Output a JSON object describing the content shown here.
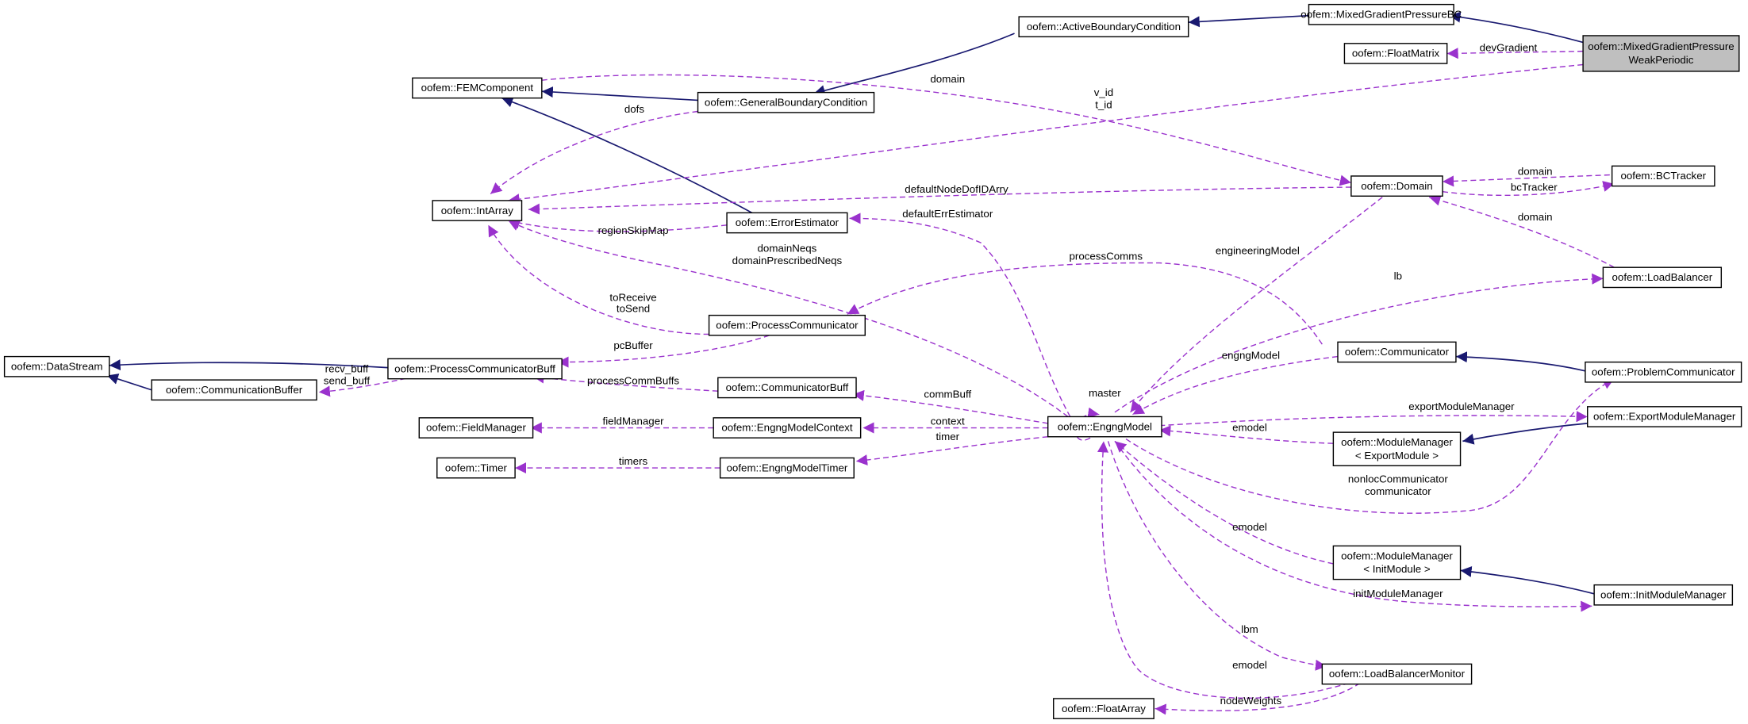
{
  "colors": {
    "inheritance": "#191970",
    "usage": "#9a32cd",
    "focus_fill": "#bfbfbf"
  },
  "nodes": {
    "focus": {
      "line1": "oofem::MixedGradientPressure",
      "line2": "WeakPeriodic"
    },
    "mgpbc": "oofem::MixedGradientPressureBC",
    "activebc": "oofem::ActiveBoundaryCondition",
    "floatmatrix": "oofem::FloatMatrix",
    "femcomponent": "oofem::FEMComponent",
    "generalbc": "oofem::GeneralBoundaryCondition",
    "intarray": "oofem::IntArray",
    "errorestimator": "oofem::ErrorEstimator",
    "domain": "oofem::Domain",
    "bctracker": "oofem::BCTracker",
    "loadbalancer": "oofem::LoadBalancer",
    "processcommunicator": "oofem::ProcessCommunicator",
    "datastream": "oofem::DataStream",
    "processcommbuff": "oofem::ProcessCommunicatorBuff",
    "communicationbuffer": "oofem::CommunicationBuffer",
    "communicator": "oofem::Communicator",
    "problemcommunicator": "oofem::ProblemCommunicator",
    "communicatorbuff": "oofem::CommunicatorBuff",
    "fieldmanager": "oofem::FieldManager",
    "engngmodelcontext": "oofem::EngngModelContext",
    "engngmodel": "oofem::EngngModel",
    "exportmodulemanager": "oofem::ExportModuleManager",
    "modmgr_export": {
      "line1": "oofem::ModuleManager",
      "line2": "< ExportModule >"
    },
    "timer": "oofem::Timer",
    "engngmodeltimer": "oofem::EngngModelTimer",
    "modmgr_init": {
      "line1": "oofem::ModuleManager",
      "line2": "< InitModule >"
    },
    "initmodulemanager": "oofem::InitModuleManager",
    "loadbalancermonitor": "oofem::LoadBalancerMonitor",
    "floatarray": "oofem::FloatArray"
  },
  "edge_labels": {
    "devgradient": "devGradient",
    "domain_fem": "domain",
    "vid": "v_id",
    "tid": "t_id",
    "dofs": "dofs",
    "domain_bct": "domain",
    "bctracker": "bcTracker",
    "defaultnodedofidarry": "defaultNodeDofIDArry",
    "defaulterrestimator": "defaultErrEstimator",
    "regionskipmap": "regionSkipMap",
    "domain_lb": "domain",
    "domainneqs": "domainNeqs",
    "domainprescribedneqs": "domainPrescribedNeqs",
    "processcomms": "processComms",
    "engineeringmodel": "engineeringModel",
    "lb": "lb",
    "toreceive": "toReceive",
    "tosend": "toSend",
    "pcbuffer": "pcBuffer",
    "recv_buff": "recv_buff",
    "send_buff": "send_buff",
    "engngmodel": "engngModel",
    "processcommbuffs": "processCommBuffs",
    "commbuff": "commBuff",
    "master": "master",
    "exportmodulemanager": "exportModuleManager",
    "fieldmanager": "fieldManager",
    "context": "context",
    "emodel_export": "emodel",
    "timer": "timer",
    "timers": "timers",
    "nonloccommunicator": "nonlocCommunicator",
    "communicator": "communicator",
    "emodel_init": "emodel",
    "initmodulemanager": "initModuleManager",
    "lbm": "lbm",
    "emodel_lbm": "emodel",
    "nodeweights": "nodeWeights"
  }
}
